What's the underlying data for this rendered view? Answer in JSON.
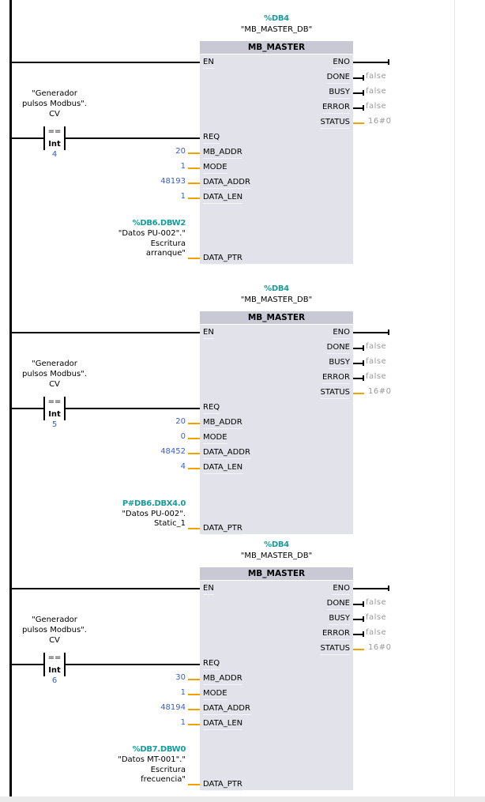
{
  "colors": {
    "operand_green": "#1a9a9a",
    "constant_blue": "#3a5fc8",
    "wire_orange": "#f5a000",
    "block_body": "#e2e2ea",
    "block_header": "#c9c9d6",
    "status_gray": "#9a9a9a"
  },
  "networks": [
    {
      "instance_db": "%DB4",
      "instance_symbol": "\"MB_MASTER_DB\"",
      "block_name": "MB_MASTER",
      "comparator": {
        "operand_lines": [
          "\"Generador",
          "pulsos Modbus\".",
          "CV"
        ],
        "operator": "==",
        "type": "Int",
        "compare_value": "4"
      },
      "inputs": {
        "en": "EN",
        "req": "REQ",
        "pins": [
          {
            "name": "MB_ADDR",
            "value": "20"
          },
          {
            "name": "MODE",
            "value": "1"
          },
          {
            "name": "DATA_ADDR",
            "value": "48193"
          },
          {
            "name": "DATA_LEN",
            "value": "1"
          }
        ],
        "data_ptr": {
          "name": "DATA_PTR",
          "address": "%DB6.DBW2",
          "symbol_lines": [
            "\"Datos PU-002\".\"",
            "Escritura",
            "arranque\""
          ]
        }
      },
      "outputs": [
        {
          "name": "ENO",
          "value": ""
        },
        {
          "name": "DONE",
          "value": "false"
        },
        {
          "name": "BUSY",
          "value": "false"
        },
        {
          "name": "ERROR",
          "value": "false"
        },
        {
          "name": "STATUS",
          "value": "16#0"
        }
      ]
    },
    {
      "instance_db": "%DB4",
      "instance_symbol": "\"MB_MASTER_DB\"",
      "block_name": "MB_MASTER",
      "comparator": {
        "operand_lines": [
          "\"Generador",
          "pulsos Modbus\".",
          "CV"
        ],
        "operator": "==",
        "type": "Int",
        "compare_value": "5"
      },
      "inputs": {
        "en": "EN",
        "req": "REQ",
        "pins": [
          {
            "name": "MB_ADDR",
            "value": "20"
          },
          {
            "name": "MODE",
            "value": "0"
          },
          {
            "name": "DATA_ADDR",
            "value": "48452"
          },
          {
            "name": "DATA_LEN",
            "value": "4"
          }
        ],
        "data_ptr": {
          "name": "DATA_PTR",
          "address": "P#DB6.DBX4.0",
          "symbol_lines": [
            "\"Datos PU-002\".",
            "Static_1"
          ]
        }
      },
      "outputs": [
        {
          "name": "ENO",
          "value": ""
        },
        {
          "name": "DONE",
          "value": "false"
        },
        {
          "name": "BUSY",
          "value": "false"
        },
        {
          "name": "ERROR",
          "value": "false"
        },
        {
          "name": "STATUS",
          "value": "16#0"
        }
      ]
    },
    {
      "instance_db": "%DB4",
      "instance_symbol": "\"MB_MASTER_DB\"",
      "block_name": "MB_MASTER",
      "comparator": {
        "operand_lines": [
          "\"Generador",
          "pulsos Modbus\".",
          "CV"
        ],
        "operator": "==",
        "type": "Int",
        "compare_value": "6"
      },
      "inputs": {
        "en": "EN",
        "req": "REQ",
        "pins": [
          {
            "name": "MB_ADDR",
            "value": "30"
          },
          {
            "name": "MODE",
            "value": "1"
          },
          {
            "name": "DATA_ADDR",
            "value": "48194"
          },
          {
            "name": "DATA_LEN",
            "value": "1"
          }
        ],
        "data_ptr": {
          "name": "DATA_PTR",
          "address": "%DB7.DBW0",
          "symbol_lines": [
            "\"Datos MT-001\".\"",
            "Escritura",
            "frecuencia\""
          ]
        }
      },
      "outputs": [
        {
          "name": "ENO",
          "value": ""
        },
        {
          "name": "DONE",
          "value": "false"
        },
        {
          "name": "BUSY",
          "value": "false"
        },
        {
          "name": "ERROR",
          "value": "false"
        },
        {
          "name": "STATUS",
          "value": "16#0"
        }
      ]
    }
  ]
}
